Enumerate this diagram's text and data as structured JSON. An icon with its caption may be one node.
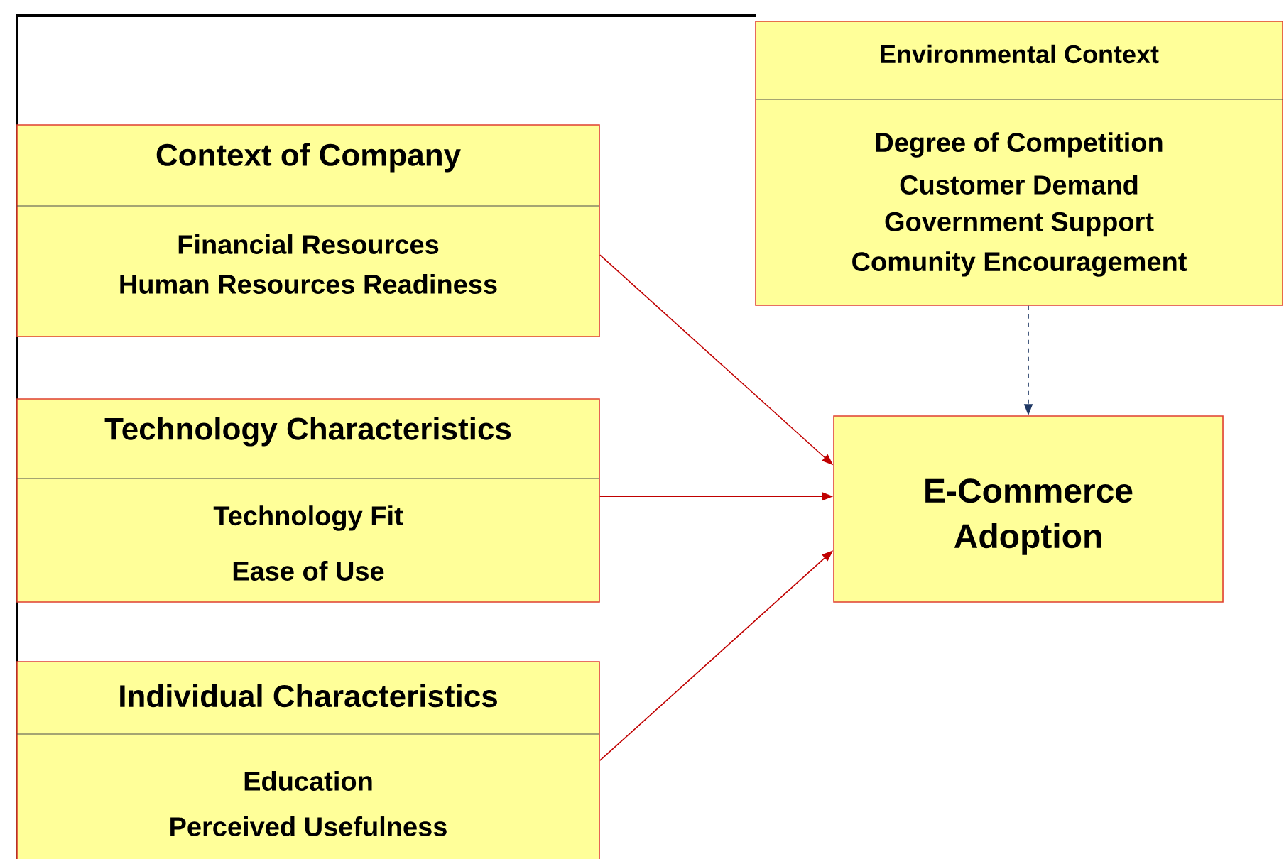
{
  "diagram": {
    "nodes": [
      {
        "text": [
          "Environmental Context",
          "Degree of Competition",
          "Customer Demand",
          "Government  Support",
          "Comunity Encouragement"
        ]
      },
      {
        "text": [
          "Context of  Company",
          "Financial Resources",
          "Human Resources Readiness"
        ]
      },
      {
        "text": [
          "Technology Characteristics",
          "Technology Fit",
          "Ease of Use"
        ]
      },
      {
        "text": [
          "E-Commerce Adoption"
        ]
      },
      {
        "text": [
          "Individual Characteristics",
          "Education",
          "Perceived Usefulness"
        ]
      }
    ],
    "edges": [
      {
        "from": 1,
        "to": 3,
        "arrow": "to"
      },
      {
        "from": 2,
        "to": 3,
        "arrow": "to"
      },
      {
        "from": 4,
        "to": 3,
        "arrow": "to"
      },
      {
        "from": 0,
        "to": 3,
        "arrow": "to",
        "style": "dashed",
        "color": "#1f3864"
      }
    ]
  }
}
